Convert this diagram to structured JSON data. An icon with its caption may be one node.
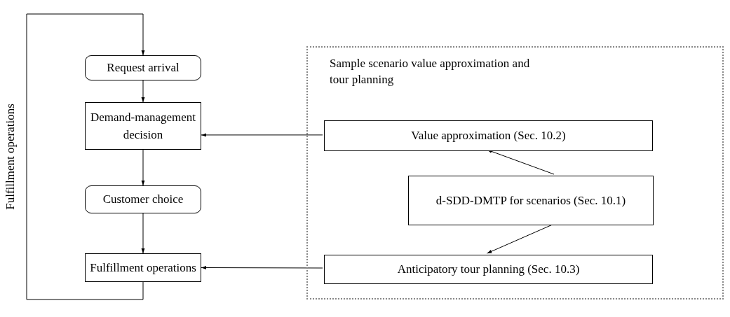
{
  "diagram": {
    "nodes": [
      {
        "text": [
          "Request arrival"
        ]
      },
      {
        "text": [
          "Demand-management decision"
        ]
      },
      {
        "text": [
          "Customer choice"
        ]
      },
      {
        "text": [
          "Fulfillment operations"
        ]
      },
      {
        "text": [
          "Sample scenario value approximation and tour planning"
        ]
      },
      {
        "text": [
          "Value approximation (Sec. 10.2)"
        ],
        "in": 4
      },
      {
        "text": [
          "d-SDD-DMTP for scenarios (Sec. 10.1)"
        ],
        "in": 4
      },
      {
        "text": [
          "Anticipatory tour planning (Sec. 10.3)"
        ],
        "in": 4
      }
    ],
    "edges": [
      {
        "from": 0,
        "to": 1,
        "arrow": "to"
      },
      {
        "from": 1,
        "to": 2,
        "arrow": "to"
      },
      {
        "from": 2,
        "to": 3,
        "arrow": "to"
      },
      {
        "from": 3,
        "to": 0,
        "arrow": "to",
        "label": "Fulfillment operations"
      },
      {
        "from": 5,
        "to": 1,
        "arrow": "to"
      },
      {
        "from": 6,
        "to": 5,
        "arrow": "to"
      },
      {
        "from": 6,
        "to": 7,
        "arrow": "to"
      },
      {
        "from": 7,
        "to": 3,
        "arrow": "to"
      }
    ]
  }
}
